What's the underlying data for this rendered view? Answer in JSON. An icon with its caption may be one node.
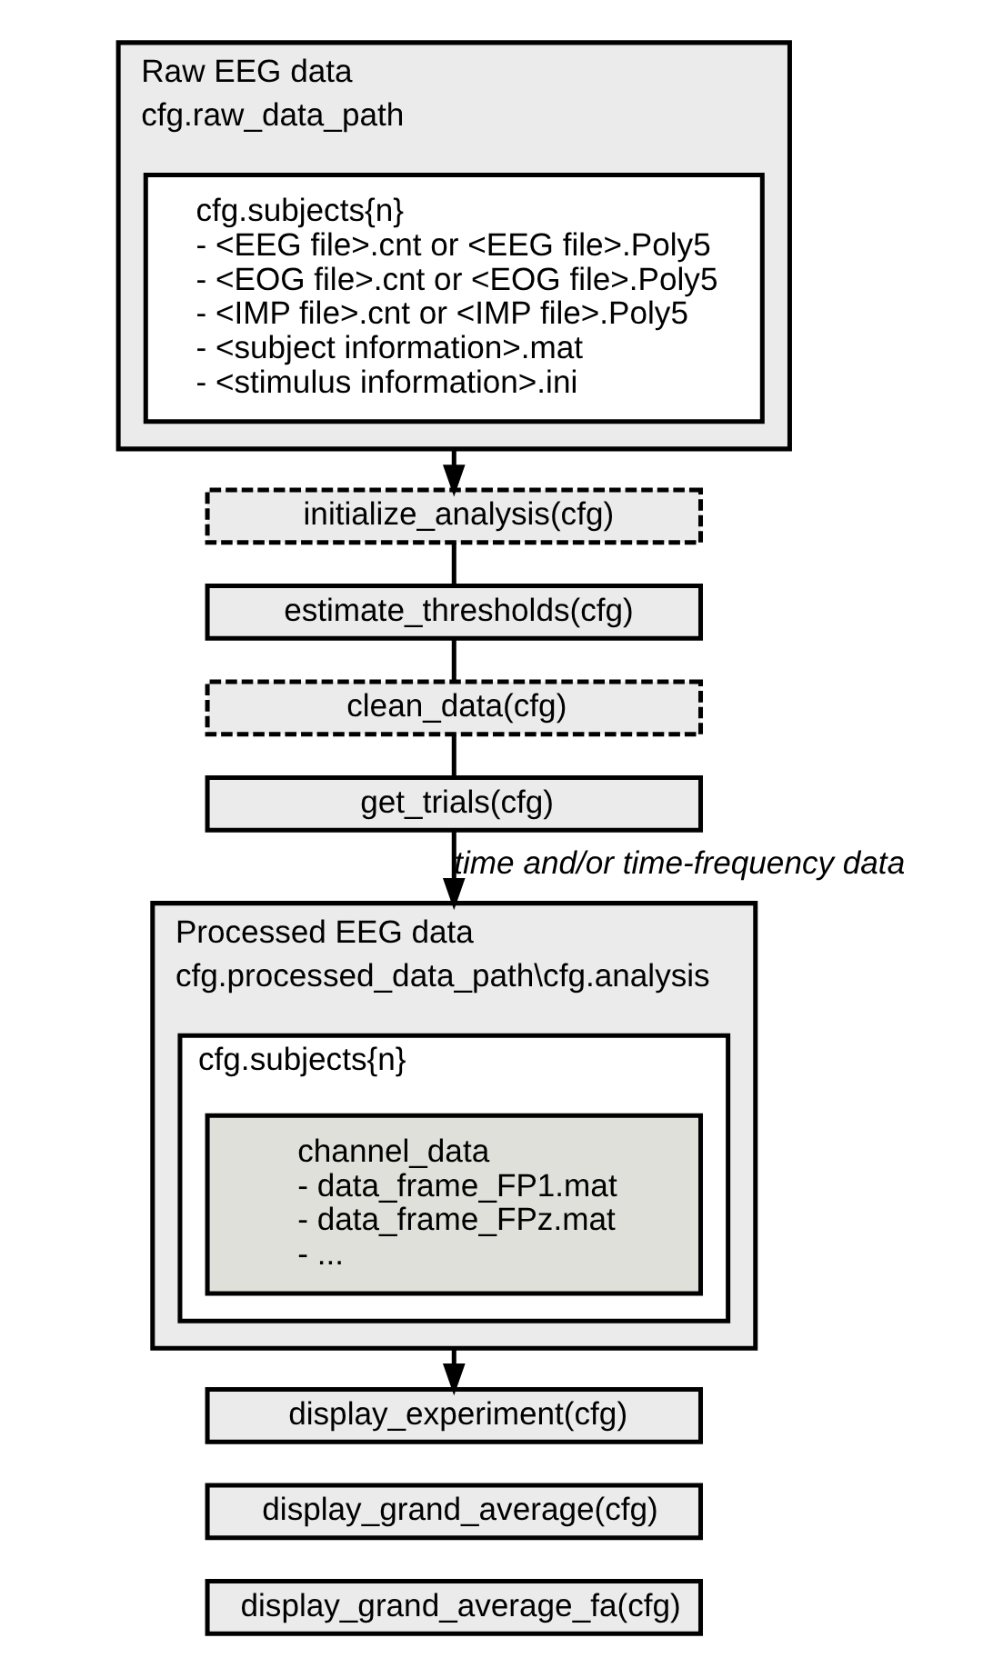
{
  "diagram": {
    "nodes": [
      {
        "text": [
          "Raw EEG data",
          "cfg.raw_data_path"
        ]
      },
      {
        "text": [
          "cfg.subjects{n}",
          "- <EEG file>.cnt or <EEG file>.Poly5",
          "- <EOG file>.cnt or <EOG file>.Poly5",
          "- <IMP file>.cnt or <IMP file>.Poly5",
          "- <subject information>.mat",
          "- <stimulus information>.ini"
        ],
        "in": 0
      },
      {
        "text": [
          "initialize_analysis(cfg)"
        ]
      },
      {
        "text": [
          "estimate_thresholds(cfg)"
        ]
      },
      {
        "text": [
          "clean_data(cfg)"
        ]
      },
      {
        "text": [
          "get_trials(cfg)"
        ]
      },
      {
        "text": [
          "Processed EEG data",
          "cfg.processed_data_path\\cfg.analysis"
        ]
      },
      {
        "text": [
          "cfg.subjects{n}"
        ],
        "in": 6
      },
      {
        "text": [
          "channel_data",
          "- data_frame_FP1.mat",
          "- data_frame_FPz.mat",
          "- ..."
        ],
        "in": 7
      },
      {
        "text": [
          "display_experiment(cfg)"
        ]
      },
      {
        "text": [
          "display_grand_average(cfg)"
        ]
      },
      {
        "text": [
          "display_grand_average_fa(cfg)"
        ]
      }
    ],
    "edges": [
      {
        "from": 0,
        "to": 2,
        "arrow": "to"
      },
      {
        "from": 2,
        "to": 3,
        "arrow": "none"
      },
      {
        "from": 3,
        "to": 4,
        "arrow": "none"
      },
      {
        "from": 4,
        "to": 5,
        "arrow": "none"
      },
      {
        "from": 5,
        "to": 6,
        "arrow": "to",
        "label": "time and/or time-frequency data"
      },
      {
        "from": 6,
        "to": 9,
        "arrow": "to"
      }
    ]
  }
}
